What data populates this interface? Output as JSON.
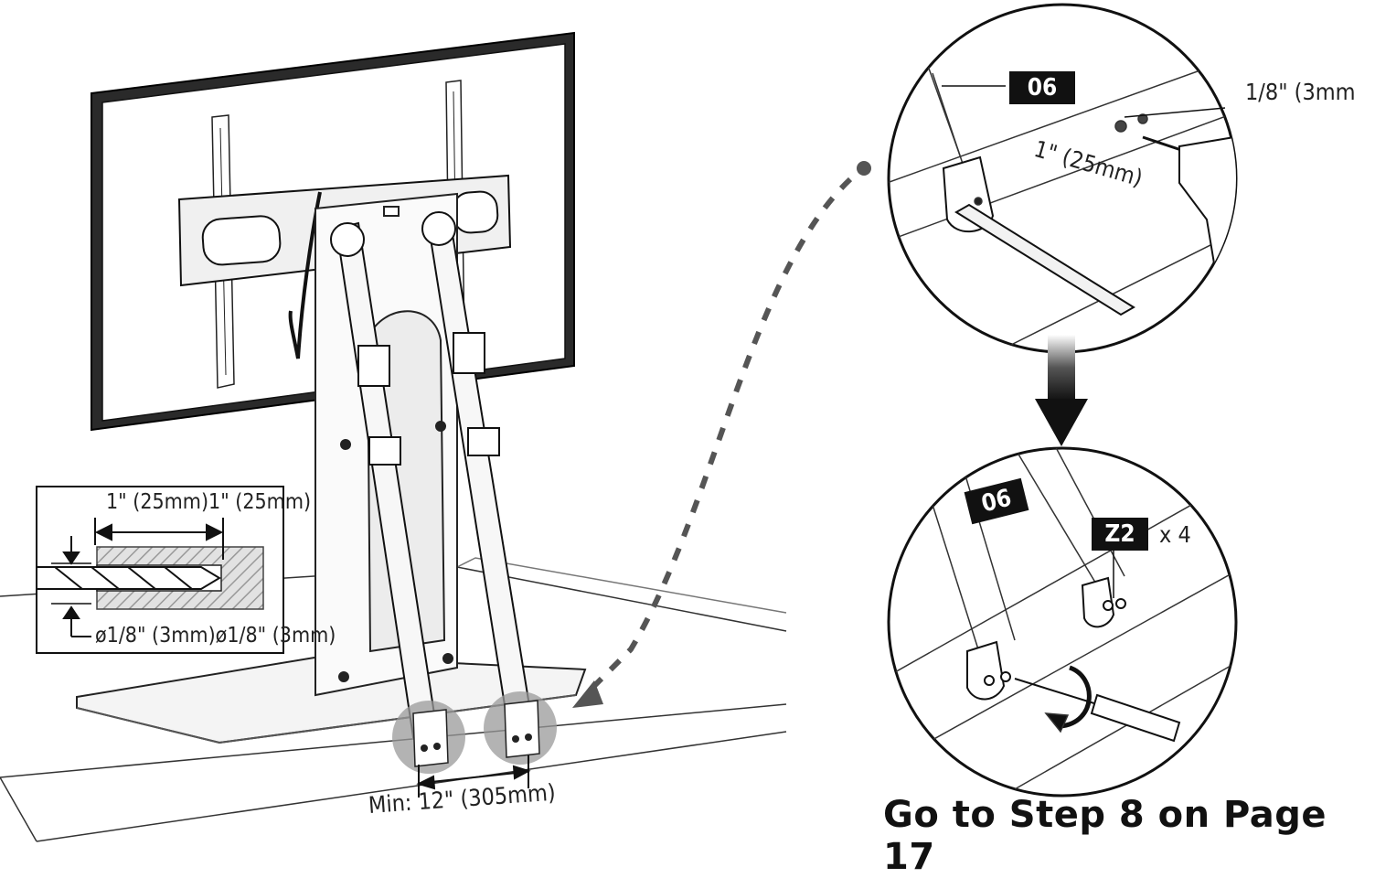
{
  "main_illustration": {
    "drill_inset": {
      "depth_label": "1\" (25mm)1\" (25mm)",
      "diameter_label": "ø1/8\" (3mm)ø1/8\" (3mm)"
    },
    "spacing_label": "Min: 12\" (305mm)"
  },
  "detail_top": {
    "part_tag": "06",
    "hole_diameter_label": "1/8\" (3mm",
    "hole_depth_label": "1\" (25mm)"
  },
  "detail_bottom": {
    "part_tag": "06",
    "screw_tag": "Z2",
    "screw_qty": "x 4"
  },
  "footer": {
    "next_step": "Go to Step 8 on Page 17"
  }
}
